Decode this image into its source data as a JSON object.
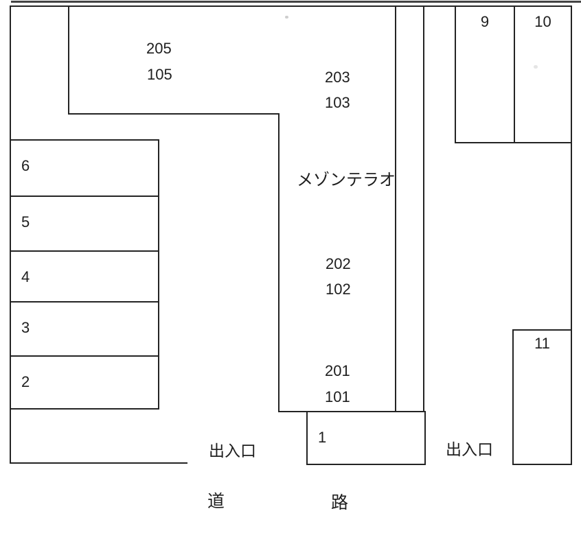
{
  "building": {
    "name": "メゾンテラオ",
    "rooms": {
      "r205": "205",
      "r105": "105",
      "r203": "203",
      "r103": "103",
      "r202": "202",
      "r102": "102",
      "r201": "201",
      "r101": "101"
    }
  },
  "parking": {
    "p1": "1",
    "p2": "2",
    "p3": "3",
    "p4": "4",
    "p5": "5",
    "p6": "6",
    "p9": "9",
    "p10": "10",
    "p11": "11"
  },
  "labels": {
    "entrance_left": "出入口",
    "entrance_right": "出入口",
    "road_left": "道",
    "road_right": "路"
  },
  "colors": {
    "line": "#232323",
    "background": "#ffffff",
    "text": "#1e1e1e"
  }
}
